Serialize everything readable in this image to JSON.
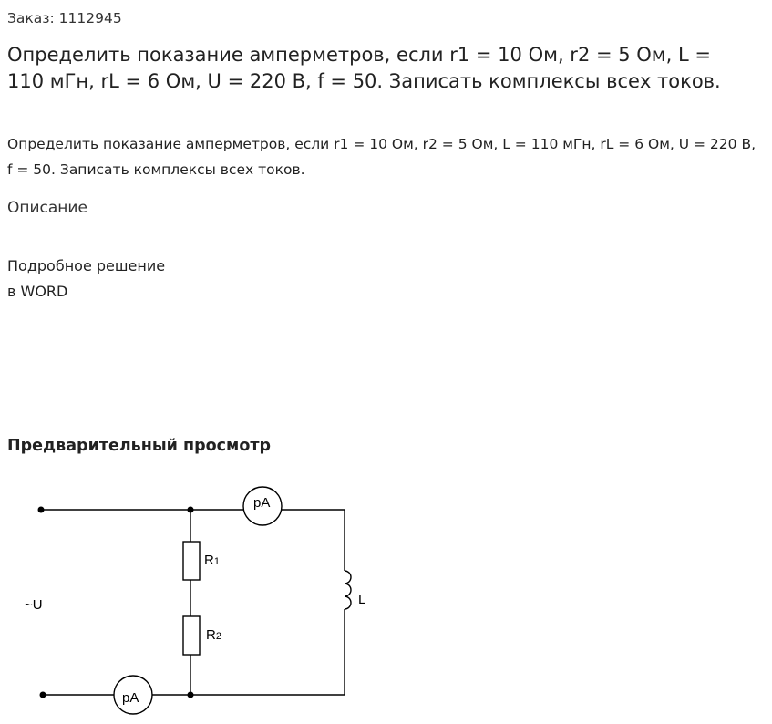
{
  "order": {
    "label": "Заказ: 1112945"
  },
  "task": {
    "title": "Определить показание амперметров, если r1 = 10 Ом, r2 = 5 Ом, L = 110 мГн, rL = 6 Ом, U = 220 В, f = 50. Записать комплексы всех токов.",
    "lead": "Определить показание амперметров, если r1 = 10 Ом, r2 = 5 Ом, L = 110 мГн, rL = 6 Ом, U = 220 В, f = 50. Записать комплексы всех токов."
  },
  "description": {
    "heading": "Описание",
    "line1": "Подробное решение",
    "line2": "в WORD"
  },
  "preview": {
    "heading": "Предварительный просмотр"
  },
  "diagram": {
    "source_label": "~U",
    "ammeter_top_label": "pA",
    "ammeter_bottom_label": "pA",
    "resistor1_label": "R",
    "resistor1_sub": "1",
    "resistor2_label": "R",
    "resistor2_sub": "2",
    "inductor_label": "L"
  }
}
